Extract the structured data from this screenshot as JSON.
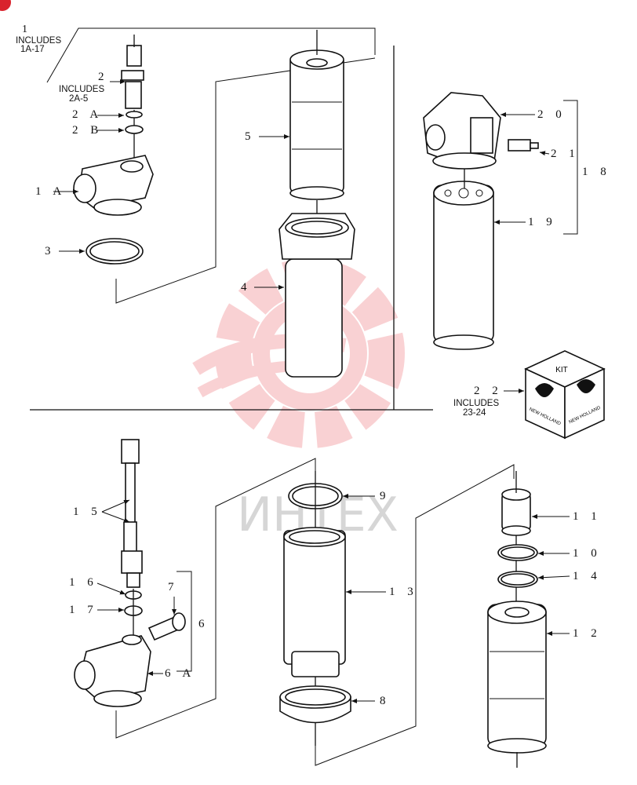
{
  "labels": {
    "l1": "1",
    "l1_inc": "INCLUDES",
    "l1_rng": "1A-17",
    "l2": "2",
    "l2_inc": "INCLUDES",
    "l2_rng": "2A-5",
    "l2a": "2 A",
    "l2b": "2 B",
    "l1a": "1 A",
    "l3": "3",
    "l4": "4",
    "l5": "5",
    "l18": "1 8",
    "l19": "1 9",
    "l20": "2 0",
    "l21": "2 1",
    "l22": "2 2",
    "l22_inc": "INCLUDES",
    "l22_rng": "23-24",
    "l9": "9",
    "l15": "1 5",
    "l16": "1 6",
    "l17": "1 7",
    "l7": "7",
    "l6": "6",
    "l6a": "6 A",
    "l13": "1 3",
    "l8": "8",
    "l11": "1 1",
    "l10": "1 0",
    "l14": "1 4",
    "l12": "1 2"
  },
  "kit": {
    "top": "KIT",
    "brand_left": "NEW HOLLAND",
    "brand_right": "NEW HOLLAND"
  },
  "watermark": {
    "text": "ИНТЕХ",
    "color": "#e8323c"
  },
  "colors": {
    "line": "#111111",
    "corner_badge": "#d9232d"
  }
}
